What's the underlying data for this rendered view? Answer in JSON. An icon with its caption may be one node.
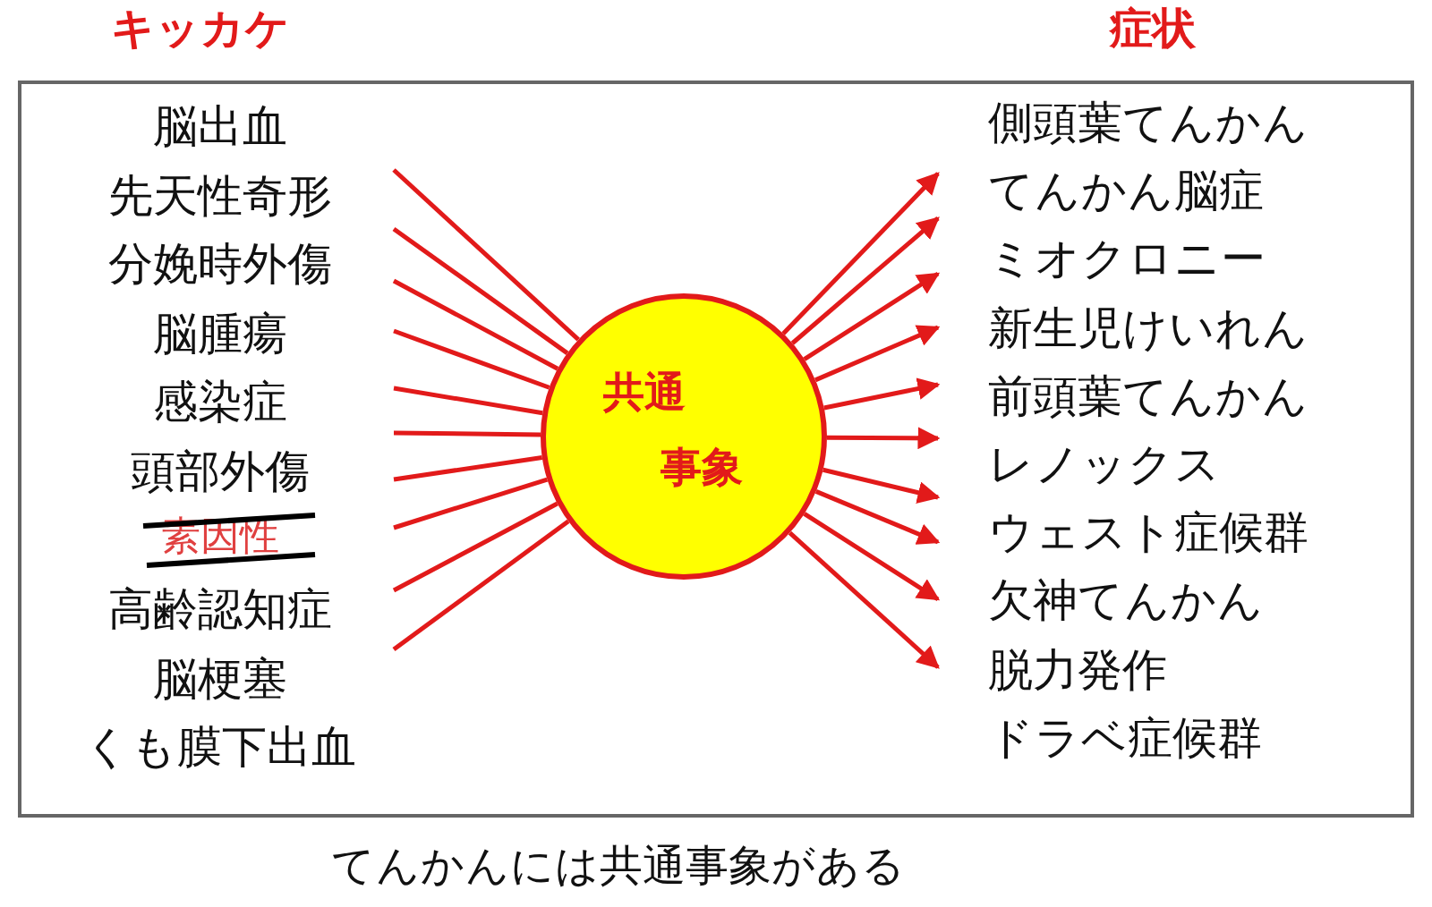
{
  "diagram": {
    "caption": "てんかんには共通事象がある",
    "nodes": [
      {
        "text": [],
        "shape": "box"
      },
      {
        "text": [
          "共通",
          "事象"
        ],
        "in": 0
      }
    ],
    "edges": [
      {
        "from": null,
        "to": 1,
        "arrow": "none"
      },
      {
        "from": null,
        "to": 1,
        "arrow": "none"
      },
      {
        "from": null,
        "to": 1,
        "arrow": "none"
      },
      {
        "from": null,
        "to": 1,
        "arrow": "none"
      },
      {
        "from": null,
        "to": 1,
        "arrow": "none"
      },
      {
        "from": null,
        "to": 1,
        "arrow": "none"
      },
      {
        "from": null,
        "to": 1,
        "arrow": "none"
      },
      {
        "from": null,
        "to": 1,
        "arrow": "none"
      },
      {
        "from": null,
        "to": 1,
        "arrow": "none"
      },
      {
        "from": null,
        "to": 1,
        "arrow": "none"
      },
      {
        "from": 1,
        "to": null,
        "arrow": "to"
      },
      {
        "from": 1,
        "to": null,
        "arrow": "to"
      },
      {
        "from": 1,
        "to": null,
        "arrow": "to"
      },
      {
        "from": 1,
        "to": null,
        "arrow": "to"
      },
      {
        "from": 1,
        "to": null,
        "arrow": "to"
      },
      {
        "from": 1,
        "to": null,
        "arrow": "to"
      },
      {
        "from": 1,
        "to": null,
        "arrow": "to"
      },
      {
        "from": 1,
        "to": null,
        "arrow": "to"
      },
      {
        "from": 1,
        "to": null,
        "arrow": "to"
      },
      {
        "from": 1,
        "to": null,
        "arrow": "to"
      }
    ],
    "labels": [
      "キッカケ",
      "症状",
      "脳出血",
      "先天性奇形",
      "分娩時外傷",
      "脳腫瘍",
      "感染症",
      "頭部外傷",
      "素因性",
      "高齢認知症",
      "脳梗塞",
      "くも膜下出血",
      "側頭葉てんかん",
      "てんかん脳症",
      "ミオクロニー",
      "新生児けいれん",
      "前頭葉てんかん",
      "レノックス",
      "ウェスト症候群",
      "欠神てんかん",
      "脱力発作",
      "ドラベ症候群"
    ]
  }
}
